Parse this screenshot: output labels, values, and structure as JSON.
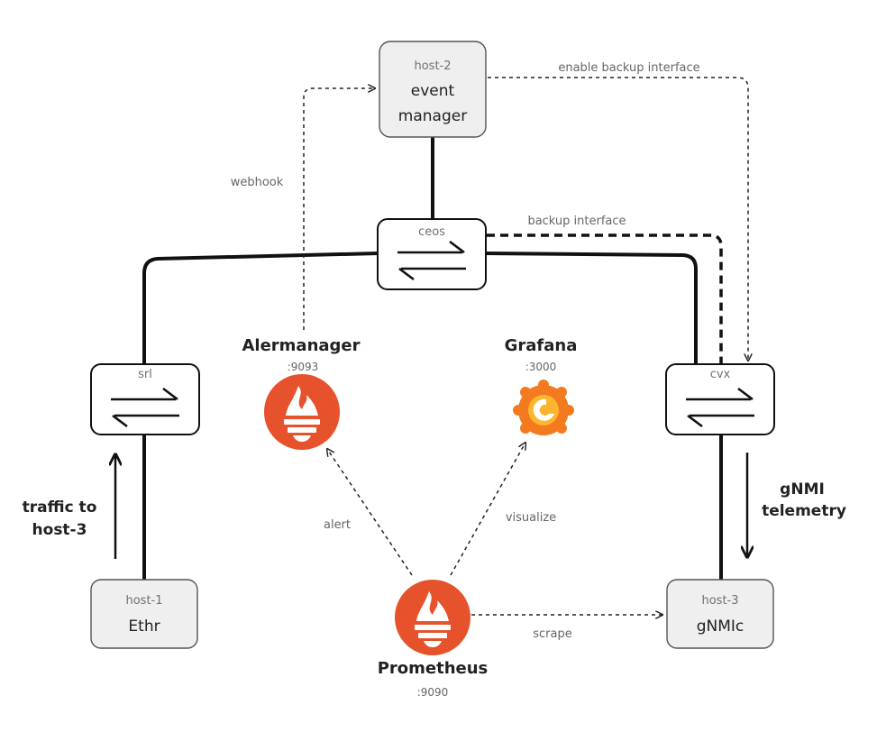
{
  "nodes": {
    "host2": {
      "sub": "host-2",
      "line1": "event",
      "line2": "manager"
    },
    "ceos": {
      "label": "ceos"
    },
    "srl": {
      "label": "srl"
    },
    "cvx": {
      "label": "cvx"
    },
    "host1": {
      "sub": "host-1",
      "main": "Ethr"
    },
    "host3": {
      "sub": "host-3",
      "main": "gNMIc"
    },
    "alertmanager": {
      "title": "Alermanager",
      "port": ":9093"
    },
    "grafana": {
      "title": "Grafana",
      "port": ":3000"
    },
    "prometheus": {
      "title": "Prometheus",
      "port": ":9090"
    }
  },
  "edges": {
    "enable_backup": "enable backup interface",
    "webhook": "webhook",
    "backup_interface": "backup interface",
    "alert": "alert",
    "visualize": "visualize",
    "scrape": "scrape",
    "traffic_line1": "traffic to",
    "traffic_line2": "host-3",
    "telemetry_line1": "gNMI",
    "telemetry_line2": "telemetry"
  },
  "colors": {
    "prometheus_orange": "#e6522c",
    "grafana_orange": "#f47a20",
    "grafana_yellow": "#fbb62f",
    "host_fill": "#efefef"
  },
  "icons": {
    "switch": "switch-arrows-icon",
    "prometheus": "prometheus-torch-icon",
    "grafana": "grafana-swirl-icon"
  }
}
